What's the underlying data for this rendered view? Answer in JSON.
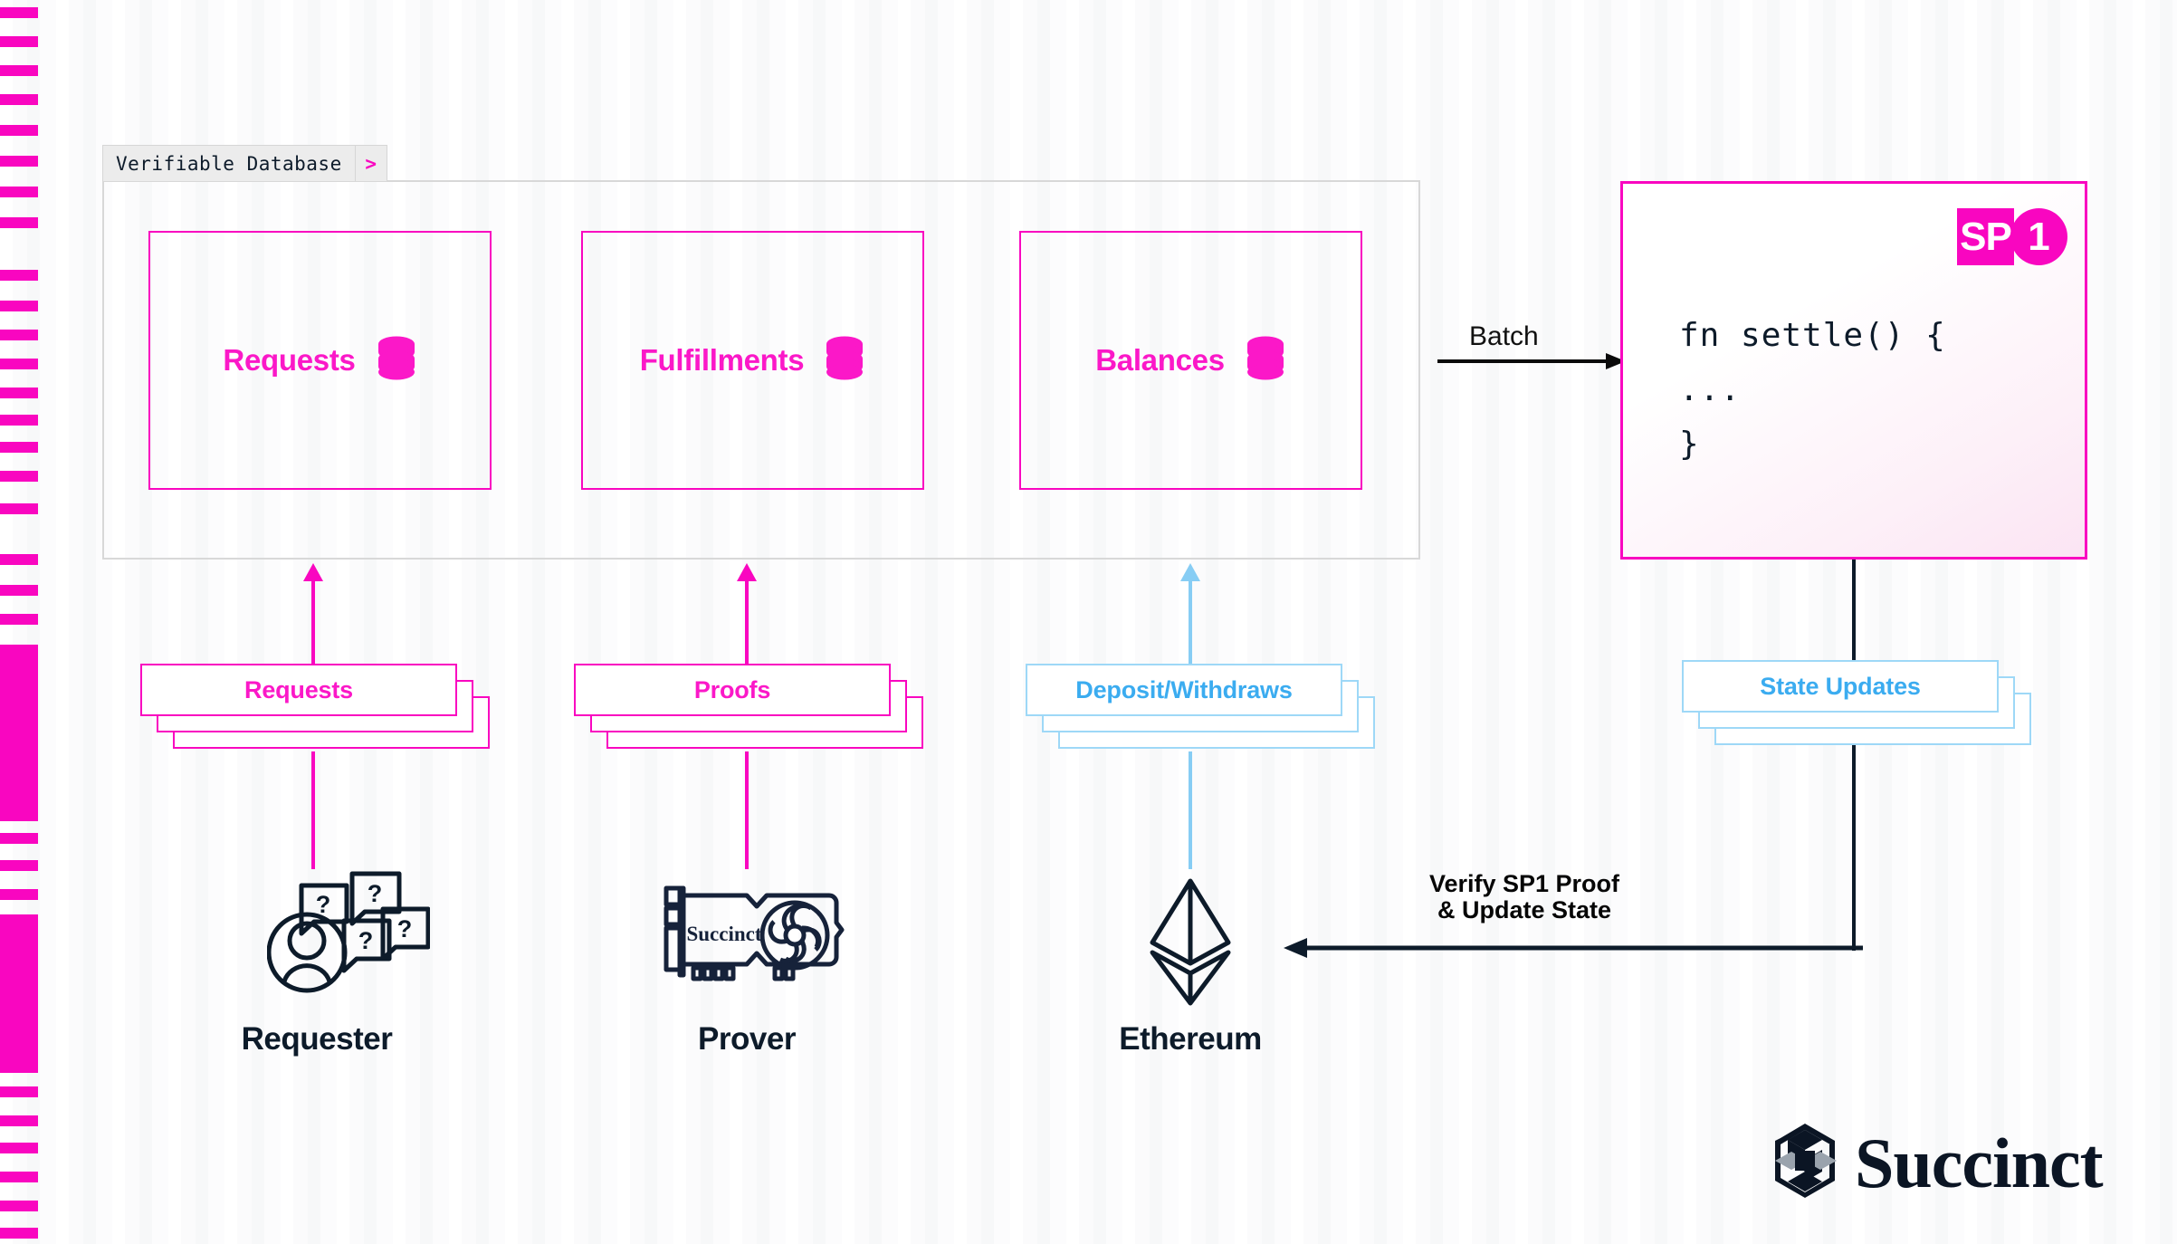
{
  "diagram": {
    "title": "Succinct Verifiable Database / SP1 settlement architecture",
    "colors": {
      "pink": "#f906c0",
      "pink_text": "#fb18c8",
      "cyan": "#87cdf4",
      "cyan_text": "#3bacf0",
      "navy": "#0d1b2a",
      "panel_border": "#d8d8d8",
      "tab_bg": "#ececec"
    }
  },
  "verifiable_database": {
    "tab_label": "Verifiable Database",
    "tab_chevron": "chevron-right-icon",
    "tab_chevron_glyph": ">",
    "tables": [
      {
        "label": "Requests",
        "icon": "database-icon"
      },
      {
        "label": "Fulfillments",
        "icon": "database-icon"
      },
      {
        "label": "Balances",
        "icon": "database-icon"
      }
    ]
  },
  "sp1": {
    "badge_text": "SP",
    "badge_number": "1",
    "code": "fn settle() {\n...\n}"
  },
  "flows": {
    "batch_label": "Batch",
    "verify_label_line1": "Verify SP1 Proof",
    "verify_label_line2": "& Update State"
  },
  "queues": [
    {
      "label": "Requests",
      "color": "pink"
    },
    {
      "label": "Proofs",
      "color": "pink"
    },
    {
      "label": "Deposit/Withdraws",
      "color": "cyan"
    },
    {
      "label": "State Updates",
      "color": "cyan"
    }
  ],
  "actors": [
    {
      "label": "Requester",
      "icon": "user-with-questions-icon"
    },
    {
      "label": "Prover",
      "icon": "gpu-card-icon",
      "icon_text": "Succinct"
    },
    {
      "label": "Ethereum",
      "icon": "ethereum-icon"
    }
  ],
  "brand": {
    "wordmark": "Succinct",
    "mark_icon": "succinct-logo-icon"
  }
}
